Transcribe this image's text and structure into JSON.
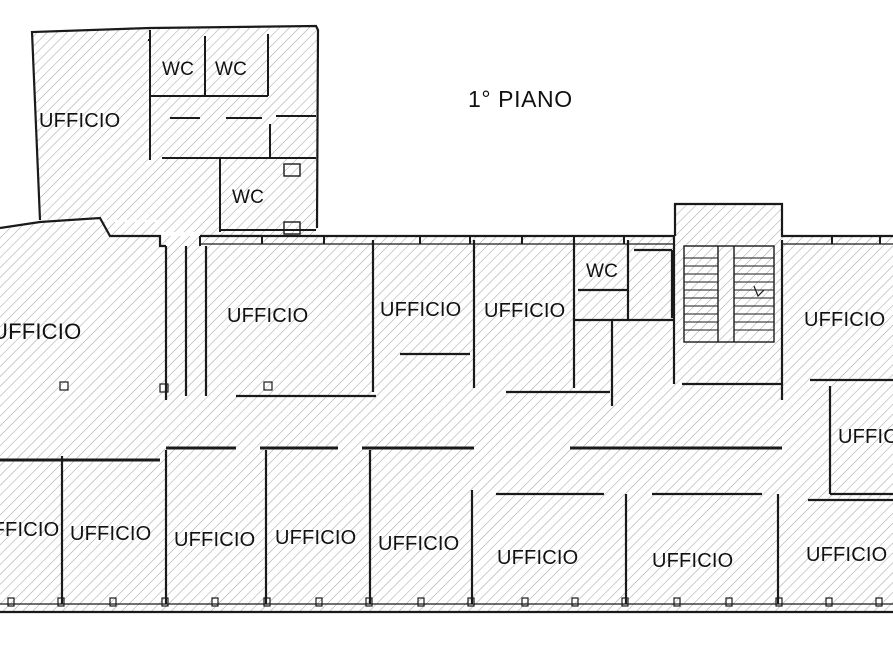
{
  "floor_title": "1° PIANO",
  "wc_label": "WC",
  "labels": {
    "annex_office": "UFFICIO",
    "annex_wc_1": "WC",
    "annex_wc_2": "WC",
    "annex_wc_3": "WC",
    "west_office": "UFFICIO",
    "office_top_2": "UFFICIO",
    "office_top_3": "UFFICIO",
    "office_top_4": "UFFICIO",
    "stair_wc": "WC",
    "east_office_top": "UFFICIO",
    "east_office_mid": "UFFICIO",
    "office_bottom_1": "UFFICIO",
    "office_bottom_2": "UFFICIO",
    "office_bottom_3": "UFFICIO",
    "office_bottom_4": "UFFICIO",
    "office_bottom_5": "UFFICIO",
    "office_bottom_6": "UFFICIO",
    "office_bottom_7": "UFFICIO",
    "office_bottom_8": "UFFICIO"
  },
  "colors": {
    "wall": "#1a1a1a",
    "hatch": "#a8a8a8",
    "background": "#ffffff"
  }
}
